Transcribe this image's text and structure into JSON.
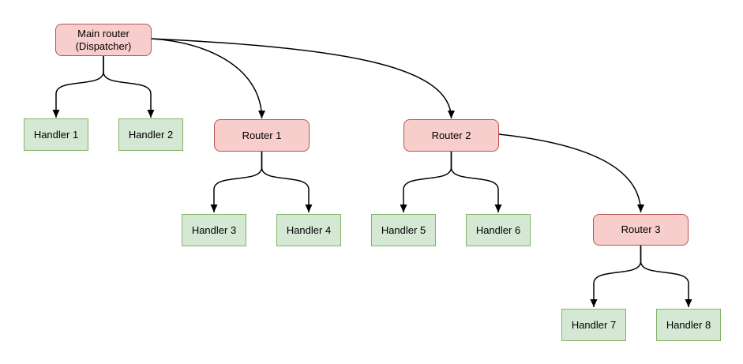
{
  "diagram": {
    "background_color": "#ffffff",
    "edge_color": "#000000",
    "node_styles": {
      "router": {
        "fill": "#f8cecc",
        "border": "#b85450"
      },
      "handler": {
        "fill": "#d5e8d4",
        "border": "#82b366"
      }
    },
    "nodes": [
      {
        "id": "main-router",
        "type": "router",
        "label": "Main router\n(Dispatcher)"
      },
      {
        "id": "handler-1",
        "type": "handler",
        "label": "Handler 1"
      },
      {
        "id": "handler-2",
        "type": "handler",
        "label": "Handler 2"
      },
      {
        "id": "router-1",
        "type": "router",
        "label": "Router 1"
      },
      {
        "id": "router-2",
        "type": "router",
        "label": "Router 2"
      },
      {
        "id": "handler-3",
        "type": "handler",
        "label": "Handler 3"
      },
      {
        "id": "handler-4",
        "type": "handler",
        "label": "Handler 4"
      },
      {
        "id": "handler-5",
        "type": "handler",
        "label": "Handler 5"
      },
      {
        "id": "handler-6",
        "type": "handler",
        "label": "Handler 6"
      },
      {
        "id": "router-3",
        "type": "router",
        "label": "Router 3"
      },
      {
        "id": "handler-7",
        "type": "handler",
        "label": "Handler 7"
      },
      {
        "id": "handler-8",
        "type": "handler",
        "label": "Handler 8"
      }
    ],
    "edges": [
      {
        "from": "main-router",
        "to": "handler-1"
      },
      {
        "from": "main-router",
        "to": "handler-2"
      },
      {
        "from": "main-router",
        "to": "router-1"
      },
      {
        "from": "main-router",
        "to": "router-2"
      },
      {
        "from": "router-1",
        "to": "handler-3"
      },
      {
        "from": "router-1",
        "to": "handler-4"
      },
      {
        "from": "router-2",
        "to": "handler-5"
      },
      {
        "from": "router-2",
        "to": "handler-6"
      },
      {
        "from": "router-2",
        "to": "router-3"
      },
      {
        "from": "router-3",
        "to": "handler-7"
      },
      {
        "from": "router-3",
        "to": "handler-8"
      }
    ]
  }
}
